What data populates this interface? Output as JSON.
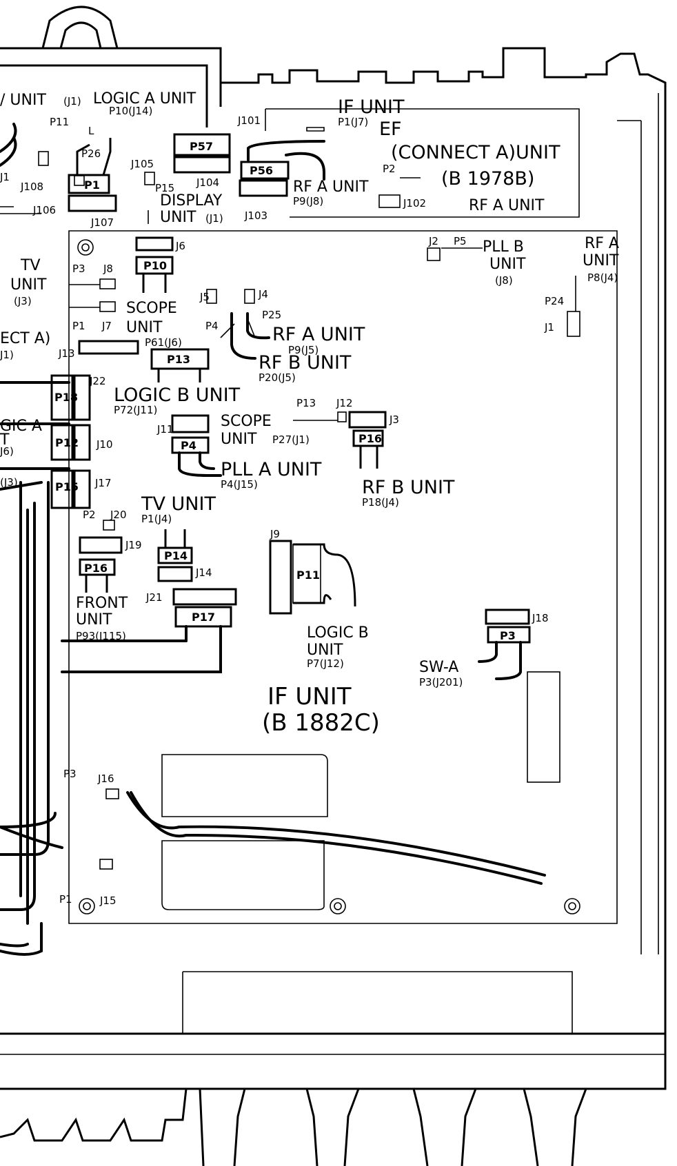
{
  "labels": {
    "unit_j1": "/ UNIT",
    "unit_j1_suffix": "(J1)",
    "logic_a_unit": "LOGIC A UNIT",
    "p10_j14": "P10(J14)",
    "if_unit_top": "IF UNIT",
    "p1_j7": "P1(J7)",
    "j101": "J101",
    "ef": "EF",
    "connect_a_unit": "(CONNECT A)UNIT",
    "b1978b": "(B 1978B)",
    "p2": "P2",
    "j102": "J102",
    "rf_a_unit_arrow": "RF A UNIT",
    "p57": "P57",
    "j104": "J104",
    "p56": "P56",
    "rf_a_unit_p9": "RF A UNIT",
    "p9_j8": "P9(J8)",
    "j103": "J103",
    "p11_top": "P11",
    "l_mark": "L",
    "p26": "P26",
    "p1_top": "P1",
    "j108": "J108",
    "j105": "J105",
    "p15": "P15",
    "display": "DISPLAY",
    "unit_display": "UNIT",
    "display_j1": "(J1)",
    "j106": "J106",
    "j107": "J107",
    "j1_left": "J1",
    "j6": "J6",
    "p10": "P10",
    "tv": "TV",
    "unit_tv": "UNIT",
    "j3_tv": "(J3)",
    "p3_tv": "P3",
    "j8": "J8",
    "p1_j7_label": "P1",
    "j7": "J7",
    "scope": "SCOPE",
    "unit_scope": "UNIT",
    "ect_a": "ECT A)",
    "j1_ect": "J1)",
    "j13": "J13",
    "p61_j6": "P61(J6)",
    "p13_box": "P13",
    "j2": "J2",
    "p5": "P5",
    "pll_b": "PLL B",
    "unit_pllb": "UNIT",
    "pllb_j8": "(J8)",
    "rf_a_right": "RF A",
    "unit_rfa_right": "UNIT",
    "p8_j4": "P8(J4)",
    "p24": "P24",
    "j1_right": "J1",
    "j5": "J5",
    "j4": "J4",
    "p25": "P25",
    "p4_top": "P4",
    "rf_a_unit_mid": "RF A UNIT",
    "p9_j5": "P9(J5)",
    "rf_b_unit_mid": "RF B UNIT",
    "p20_j5": "P20(J5)",
    "p18": "P18",
    "j22": "J22",
    "logic_b_unit_mid": "LOGIC B UNIT",
    "p72_j11": "P72(J11)",
    "gic_a": "GIC A",
    "t_frag": "T",
    "j6_left": "J6)",
    "p12": "P12",
    "j10": "J10",
    "j3_left": "(J3)",
    "p15_left": "P15",
    "j17": "J17",
    "j11": "J11",
    "p4_box": "P4",
    "scope_mid": "SCOPE",
    "unit_scope_mid": "UNIT",
    "p27_j1": "P27(J1)",
    "p13_mid": "P13",
    "j12": "J12",
    "pll_a_unit": "PLL A UNIT",
    "p4_j15": "P4(J15)",
    "j3_mid": "J3",
    "p16_mid": "P16",
    "rf_b_unit_low": "RF B UNIT",
    "p18_j4": "P18(J4)",
    "tv_unit": "TV UNIT",
    "p1_j4": "P1(J4)",
    "p2_left": "P2",
    "j20": "J20",
    "j19": "J19",
    "p16_left": "P16",
    "p14": "P14",
    "j14": "J14",
    "j9": "J9",
    "p11_mid": "P11",
    "front": "FRONT",
    "unit_front": "UNIT",
    "p93_j115": "P93(J115)",
    "j21": "J21",
    "p17": "P17",
    "logic_b": "LOGIC B",
    "unit_logicb": "UNIT",
    "p7_j12": "P7(J12)",
    "j18": "J18",
    "p3_box": "P3",
    "sw_a": "SW-A",
    "p3_j201": "P3(J201)",
    "if_unit_main": "IF UNIT",
    "b1882c": "(B 1882C)",
    "p3_low": "P3",
    "j16": "J16",
    "p1_low": "P1",
    "j15": "J15"
  }
}
